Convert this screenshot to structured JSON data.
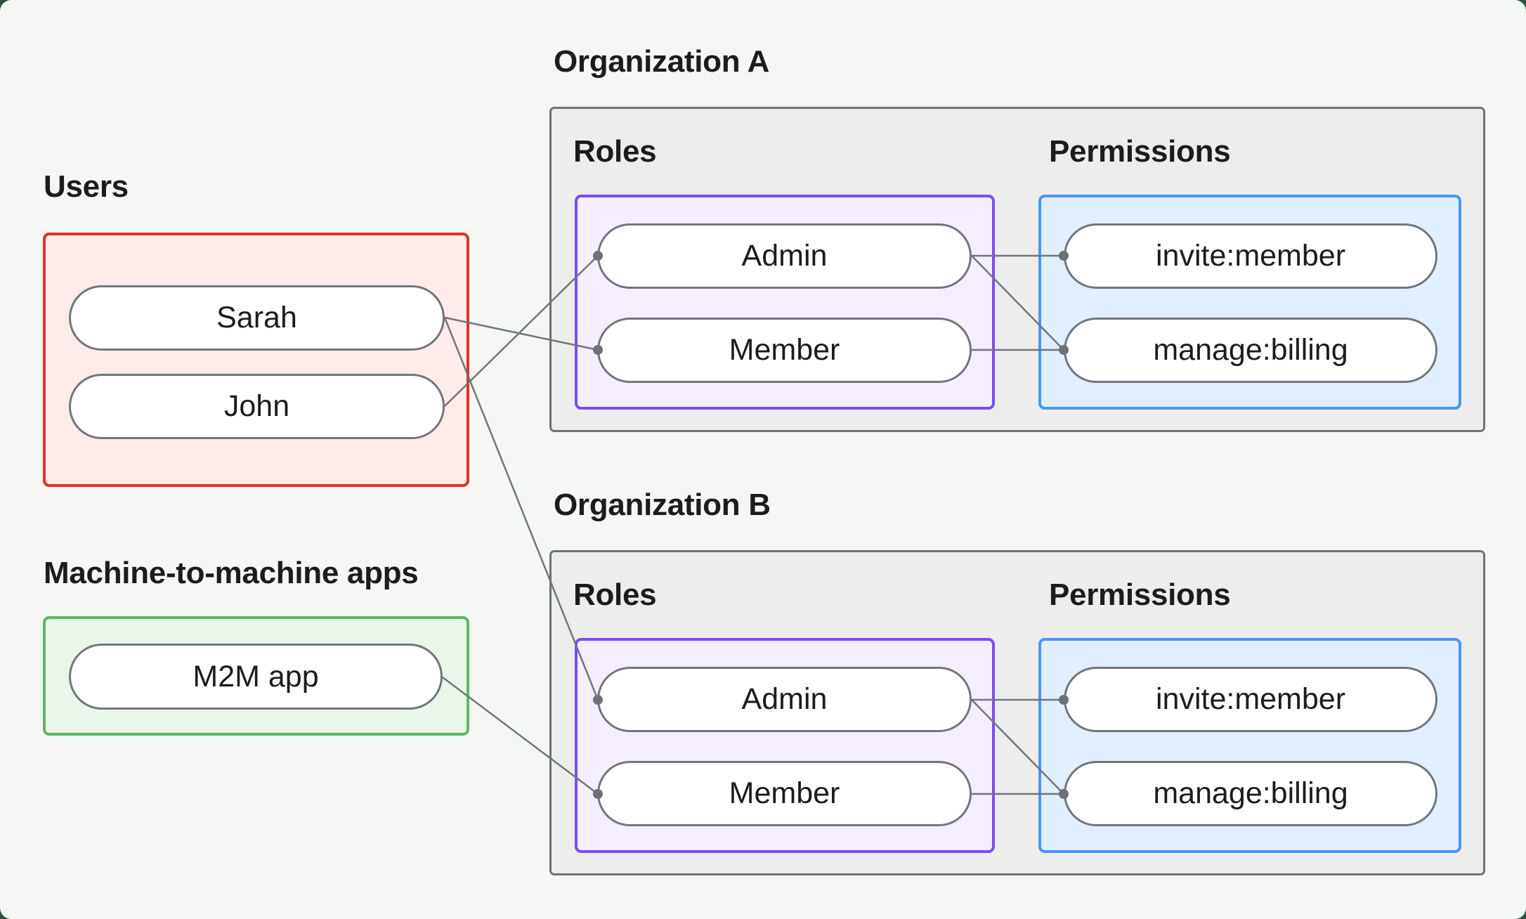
{
  "groups": {
    "users": {
      "label": "Users",
      "items": [
        {
          "label": "Sarah"
        },
        {
          "label": "John"
        }
      ]
    },
    "m2m": {
      "label": "Machine-to-machine apps",
      "items": [
        {
          "label": "M2M app"
        }
      ]
    }
  },
  "organizations": [
    {
      "title": "Organization A",
      "roles": {
        "label": "Roles",
        "items": [
          {
            "label": "Admin"
          },
          {
            "label": "Member"
          }
        ]
      },
      "permissions": {
        "label": "Permissions",
        "items": [
          {
            "label": "invite:member"
          },
          {
            "label": "manage:billing"
          }
        ]
      }
    },
    {
      "title": "Organization B",
      "roles": {
        "label": "Roles",
        "items": [
          {
            "label": "Admin"
          },
          {
            "label": "Member"
          }
        ]
      },
      "permissions": {
        "label": "Permissions",
        "items": [
          {
            "label": "invite:member"
          },
          {
            "label": "manage:billing"
          }
        ]
      }
    }
  ],
  "connections": [
    {
      "from": "users:Sarah",
      "to": "orgA:role:Member"
    },
    {
      "from": "users:Sarah",
      "to": "orgB:role:Admin"
    },
    {
      "from": "users:John",
      "to": "orgA:role:Admin"
    },
    {
      "from": "m2m:M2M app",
      "to": "orgB:role:Member"
    },
    {
      "from": "orgA:role:Admin",
      "to": "orgA:permission:invite:member"
    },
    {
      "from": "orgA:role:Admin",
      "to": "orgA:permission:manage:billing"
    },
    {
      "from": "orgA:role:Member",
      "to": "orgA:permission:manage:billing"
    },
    {
      "from": "orgB:role:Admin",
      "to": "orgB:permission:invite:member"
    },
    {
      "from": "orgB:role:Admin",
      "to": "orgB:permission:manage:billing"
    },
    {
      "from": "orgB:role:Member",
      "to": "orgB:permission:manage:billing"
    }
  ],
  "colors": {
    "page_frame": "#2e5041",
    "canvas": "#f5f7f5",
    "users_border": "#e13128",
    "users_fill": "#fcebe9",
    "m2m_border": "#5fb764",
    "m2m_fill": "#e9f6e9",
    "org_border": "#6e7276",
    "org_fill": "#ededec",
    "roles_border": "#7c4cf8",
    "roles_fill": "#f4eefe",
    "permissions_border": "#4896f8",
    "permissions_fill": "#e0eefd",
    "connector": "#72767b",
    "text": "#1a1c1f"
  }
}
